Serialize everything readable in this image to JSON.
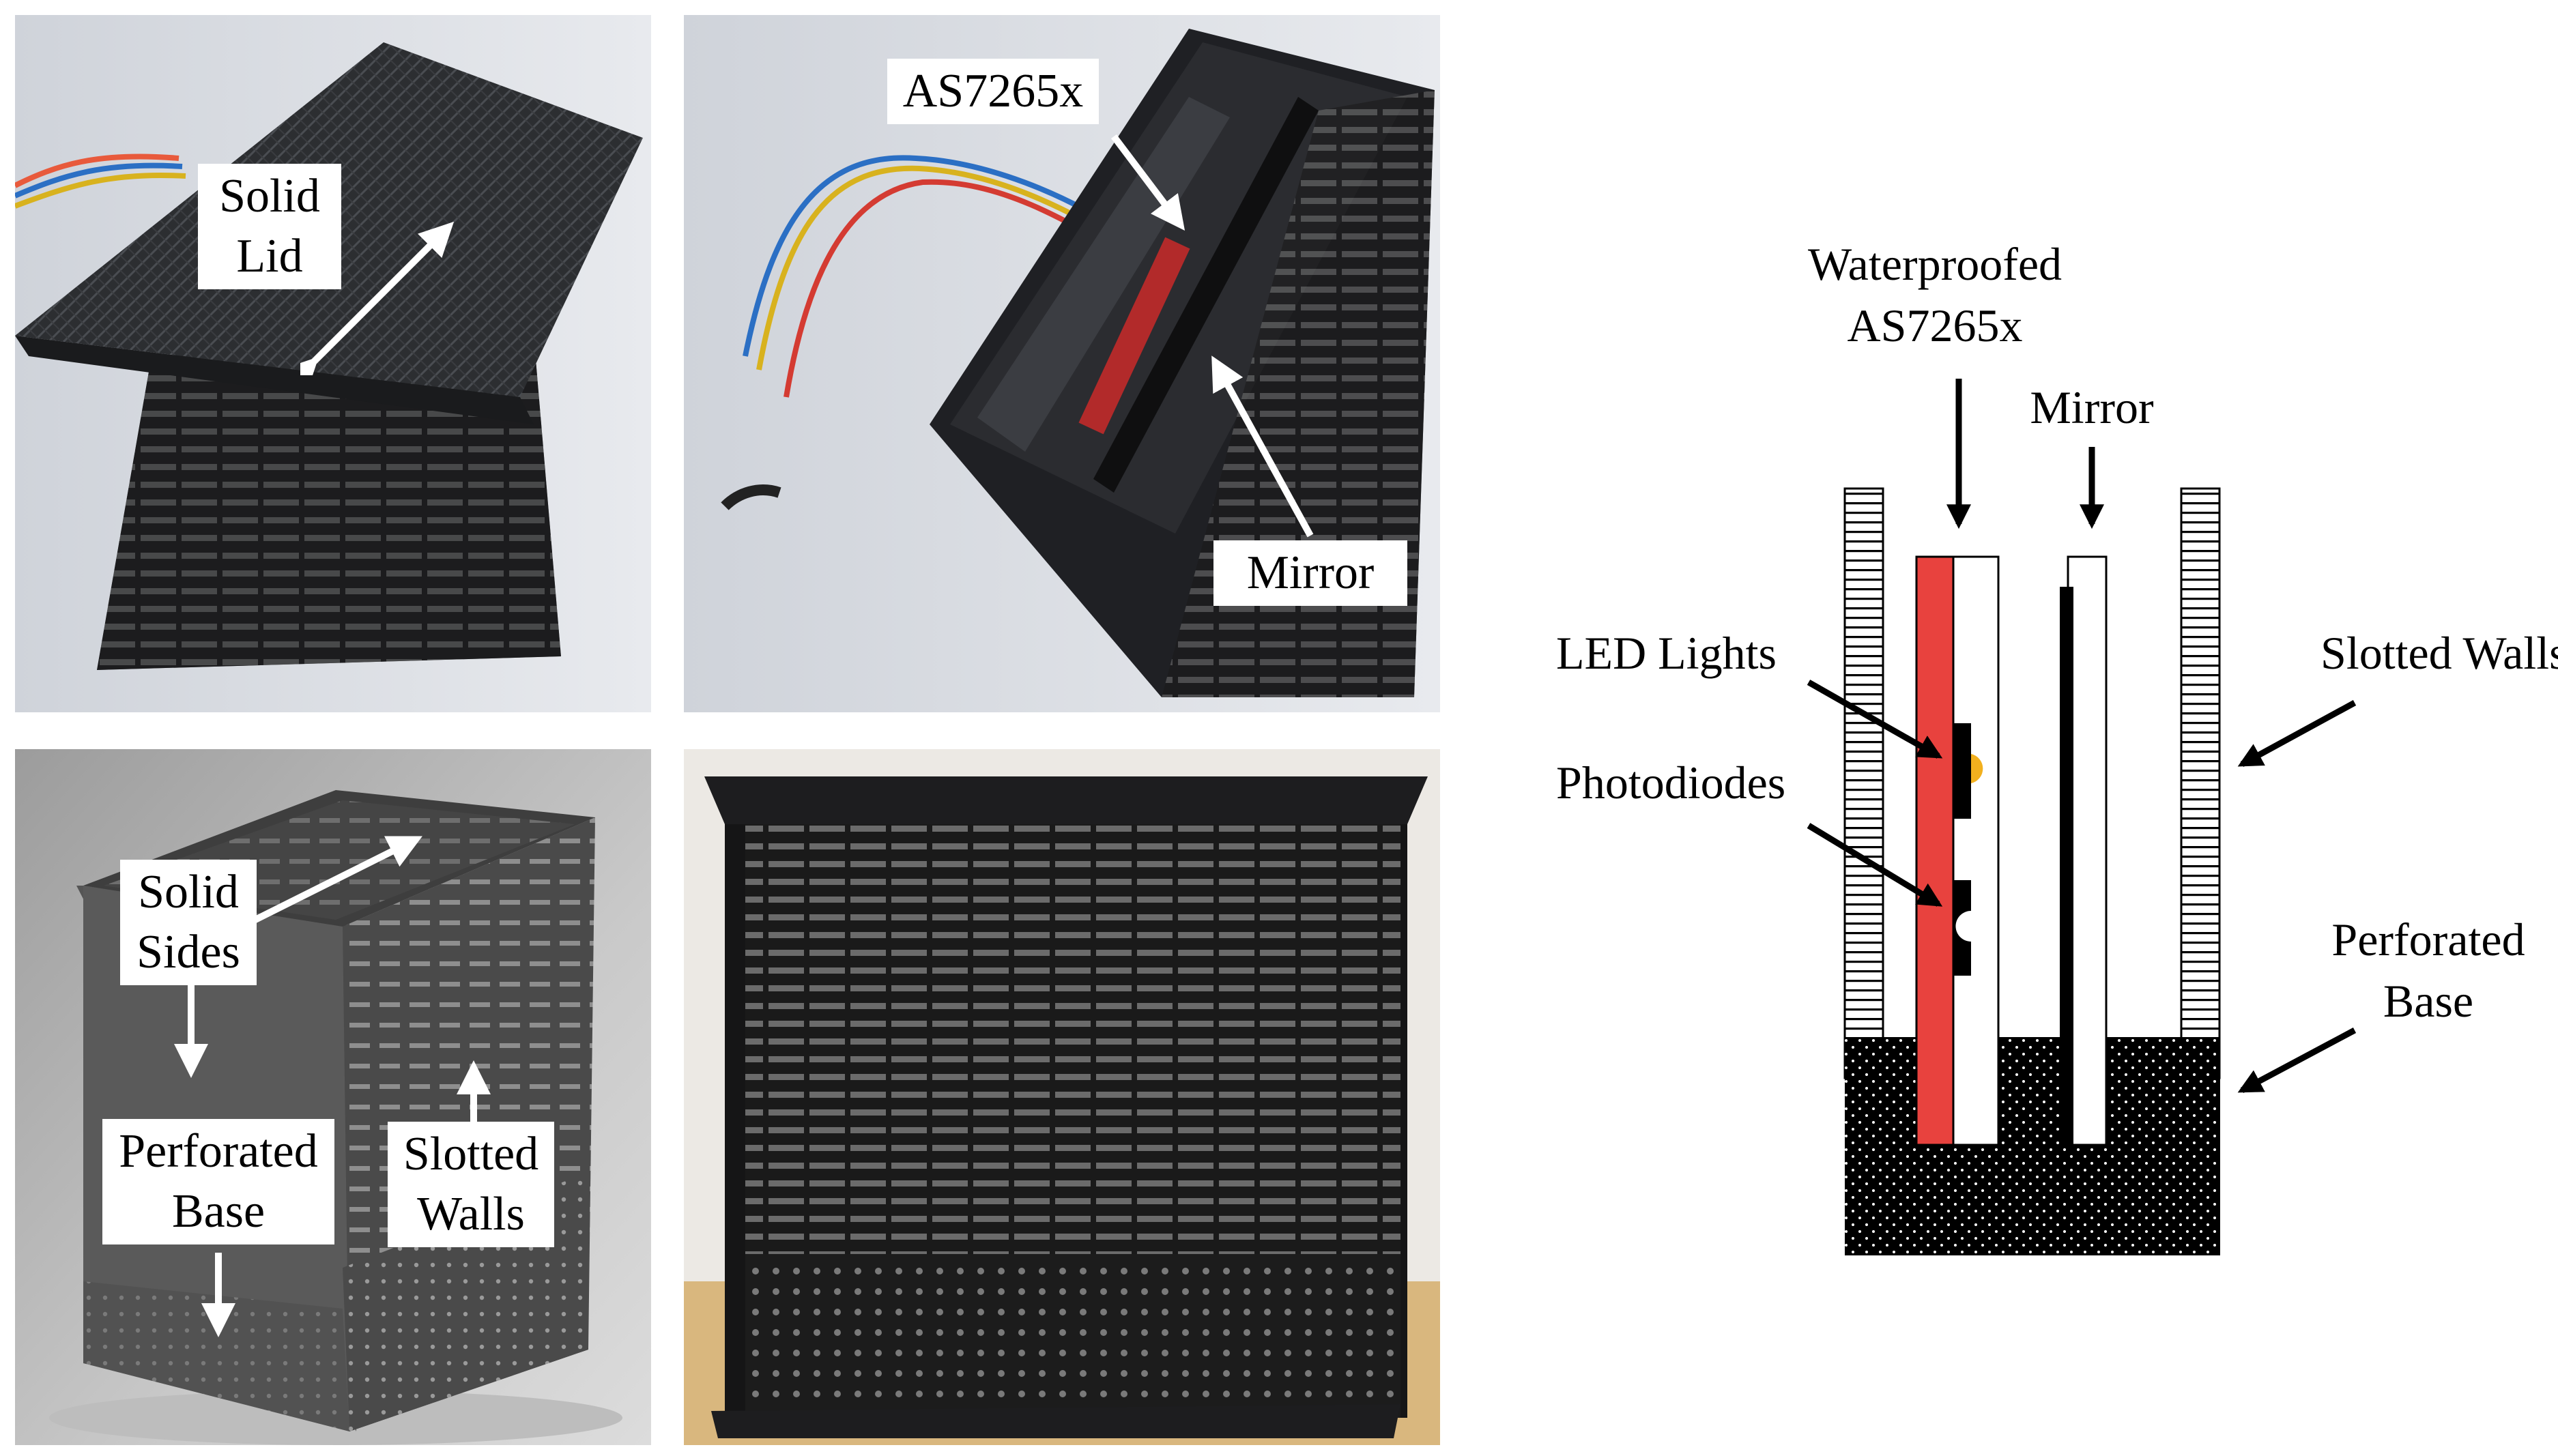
{
  "photo_lid": {
    "label_line1": "Solid",
    "label_line2": "Lid"
  },
  "photo_open": {
    "sensor_label": "AS7265x",
    "mirror_label": "Mirror"
  },
  "render": {
    "sides_line1": "Solid",
    "sides_line2": "Sides",
    "base_line1": "Perforated",
    "base_line2": "Base",
    "walls_line1": "Slotted",
    "walls_line2": "Walls"
  },
  "diagram": {
    "sensor_line1": "Waterproofed",
    "sensor_line2": "AS7265x",
    "mirror": "Mirror",
    "led": "LED Lights",
    "photodiodes": "Photodiodes",
    "walls": "Slotted Walls",
    "base_line1": "Perforated",
    "base_line2": "Base"
  },
  "colors": {
    "board_red": "#e8423e",
    "led_yellow": "#f2b01e",
    "black": "#000000"
  }
}
